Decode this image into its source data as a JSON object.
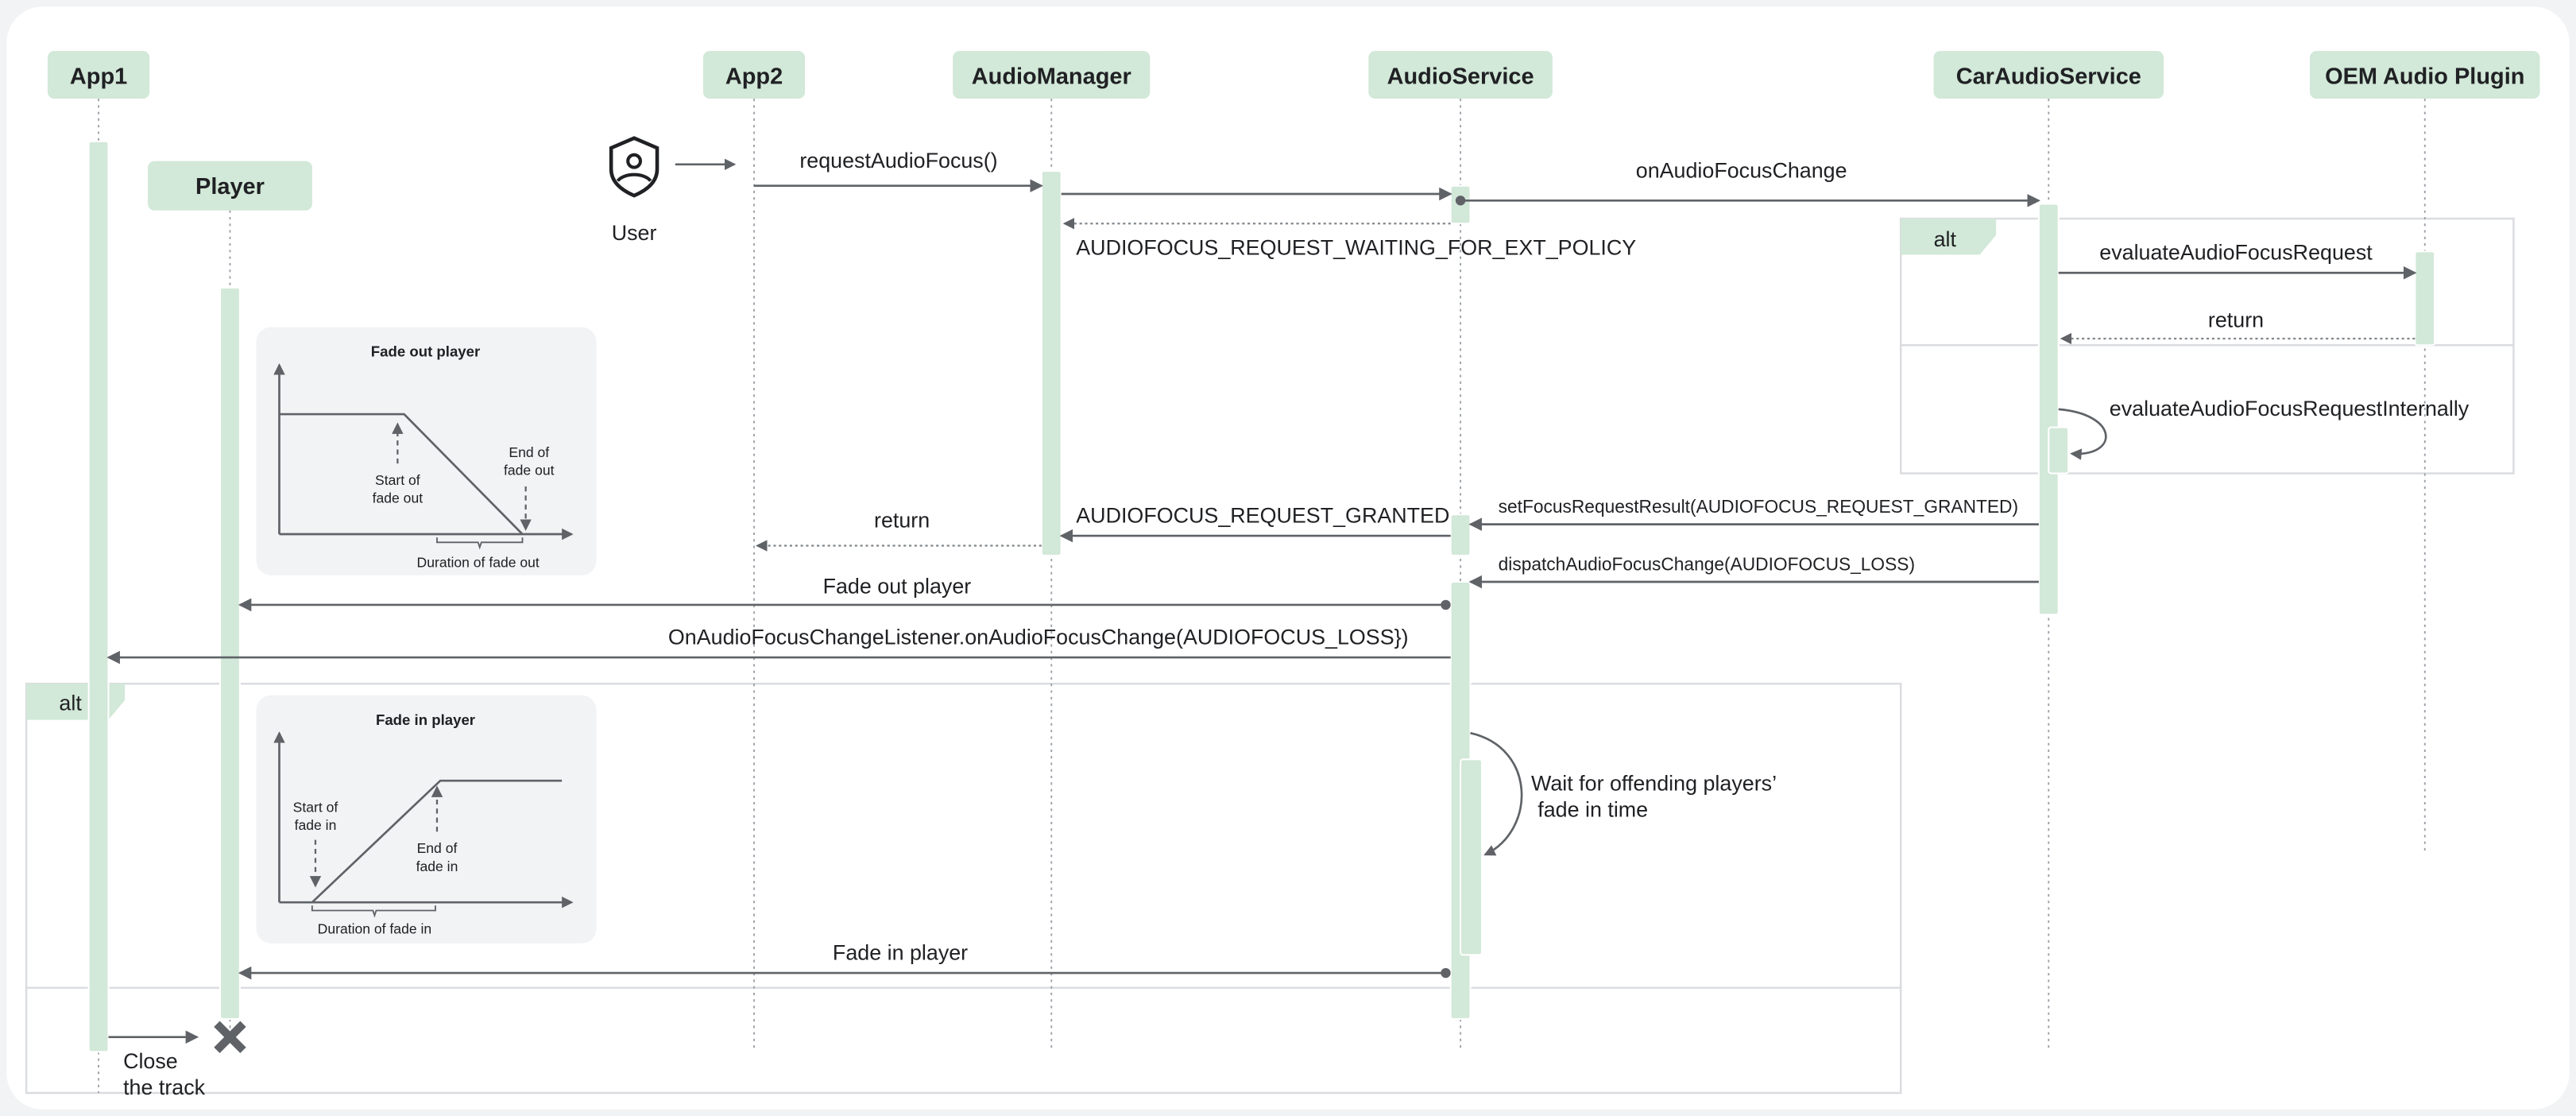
{
  "participants": {
    "app1": "App1",
    "app2": "App2",
    "audio_manager": "AudioManager",
    "audio_service": "AudioService",
    "car_audio_service": "CarAudioService",
    "oem_plugin": "OEM Audio Plugin",
    "player": "Player",
    "user": "User"
  },
  "messages": {
    "request_audio_focus": "requestAudioFocus()",
    "on_audio_focus_change": "onAudioFocusChange",
    "waiting_for_ext_policy": "AUDIOFOCUS_REQUEST_WAITING_FOR_EXT_POLICY",
    "evaluate_request": "evaluateAudioFocusRequest",
    "return_oem": "return",
    "evaluate_internally": "evaluateAudioFocusRequestInternally",
    "set_focus_result": "setFocusRequestResult(AUDIOFOCUS_REQUEST_GRANTED)",
    "request_granted": "AUDIOFOCUS_REQUEST_GRANTED",
    "return_app2": "return",
    "dispatch_change": "dispatchAudioFocusChange(AUDIOFOCUS_LOSS)",
    "fade_out_player": "Fade out player",
    "listener_change": "OnAudioFocusChangeListener.onAudioFocusChange(AUDIOFOCUS_LOSS})",
    "wait_line1": "Wait for offending players’",
    "wait_line2": "fade in time",
    "fade_in_player": "Fade in player",
    "close_line1": "Close",
    "close_line2": "the track"
  },
  "frames": {
    "alt_right": "alt",
    "alt_left": "alt"
  },
  "fade_out_chart": {
    "title": "Fade out player",
    "start_line1": "Start of",
    "start_line2": "fade out",
    "end_line1": "End of",
    "end_line2": "fade out",
    "duration": "Duration of fade out"
  },
  "fade_in_chart": {
    "title": "Fade in player",
    "start_line1": "Start of",
    "start_line2": "fade in",
    "end_line1": "End of",
    "end_line2": "fade in",
    "duration": "Duration of fade in"
  },
  "colors": {
    "participant_fill": "#d2e8d8",
    "arrow": "#5f6368",
    "background": "#f1f3f4"
  },
  "icons": {
    "user": "user-shield-icon",
    "destroy": "x-icon"
  }
}
